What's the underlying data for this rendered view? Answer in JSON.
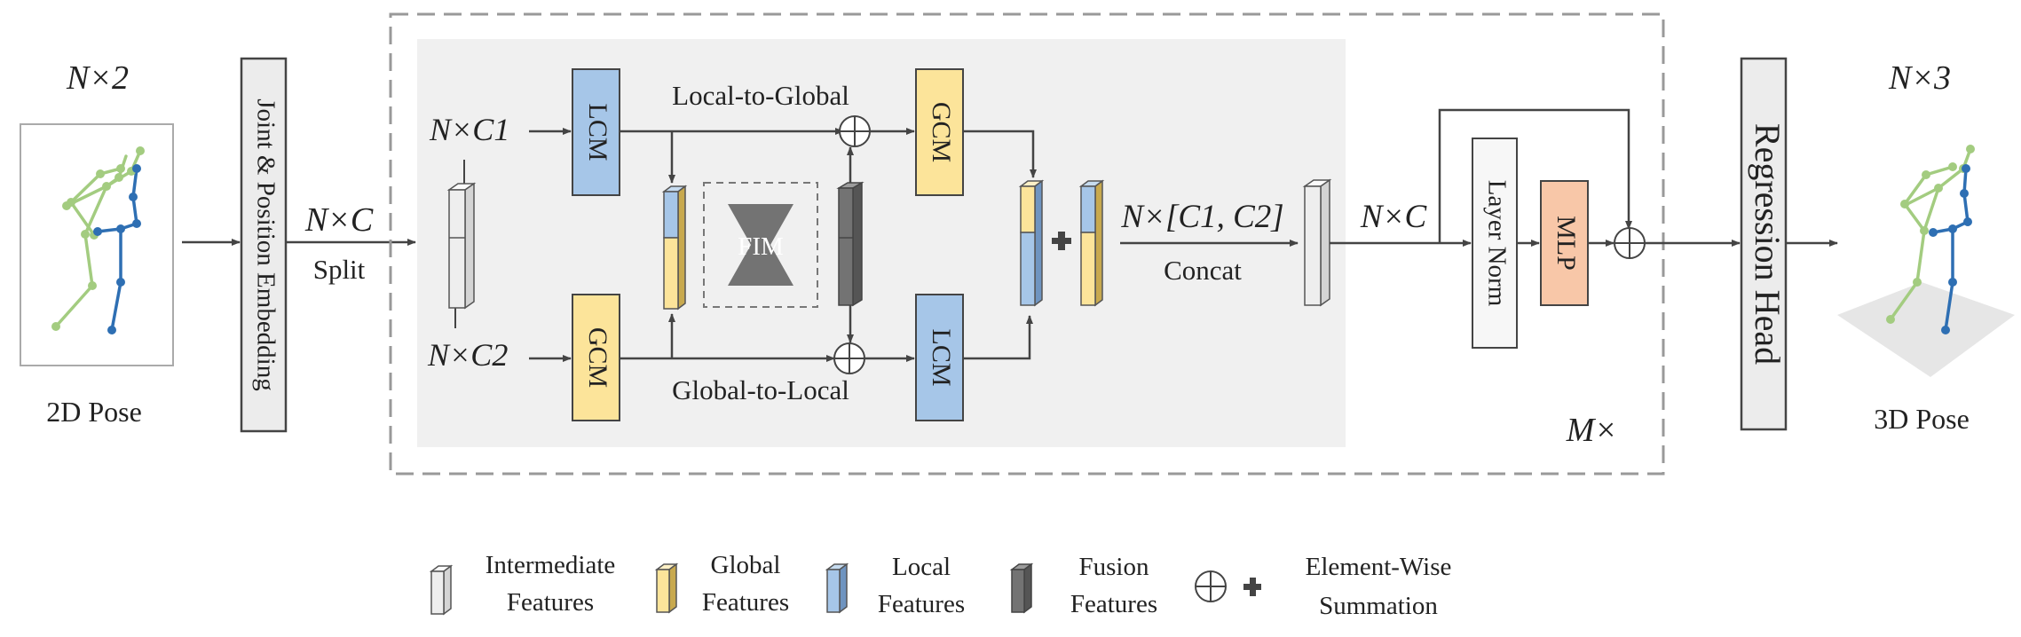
{
  "colors": {
    "global_yellow": "#fce49a",
    "local_blue": "#a6c6e8",
    "mlp_orange": "#f8c7a8",
    "fusion_gray": "#737373",
    "intermediate_gray": "#eeeeee",
    "module_bg": "#f0f0f0",
    "pose_green": "#a3cc80",
    "pose_blue": "#2e6fb3"
  },
  "input": {
    "dim": "N×2",
    "label": "2D Pose"
  },
  "embedding": {
    "label": "Joint & Position Embedding"
  },
  "after_embed": {
    "dim": "N×C",
    "split": "Split"
  },
  "branches": {
    "top_dim": "N×C1",
    "bottom_dim": "N×C2",
    "lcm": "LCM",
    "gcm": "GCM",
    "fim": "FIM",
    "local_to_global": "Local-to-Global",
    "global_to_local": "Global-to-Local"
  },
  "concat": {
    "dim": "N×[C1, C2]",
    "label": "Concat"
  },
  "block": {
    "dim": "N×C",
    "layer_norm": "Layer Norm",
    "mlp": "MLP",
    "repeat": "M×"
  },
  "head": {
    "label": "Regression Head"
  },
  "output": {
    "dim": "N×3",
    "label": "3D Pose"
  },
  "legend": {
    "intermediate": [
      "Intermediate",
      "Features"
    ],
    "global": [
      "Global",
      "Features"
    ],
    "local": [
      "Local",
      "Features"
    ],
    "fusion": [
      "Fusion",
      "Features"
    ],
    "sum": [
      "Element-Wise",
      "Summation"
    ]
  },
  "icons": [
    "plus-circle-icon",
    "plus-icon",
    "hourglass-icon",
    "feature-bar-icon"
  ]
}
